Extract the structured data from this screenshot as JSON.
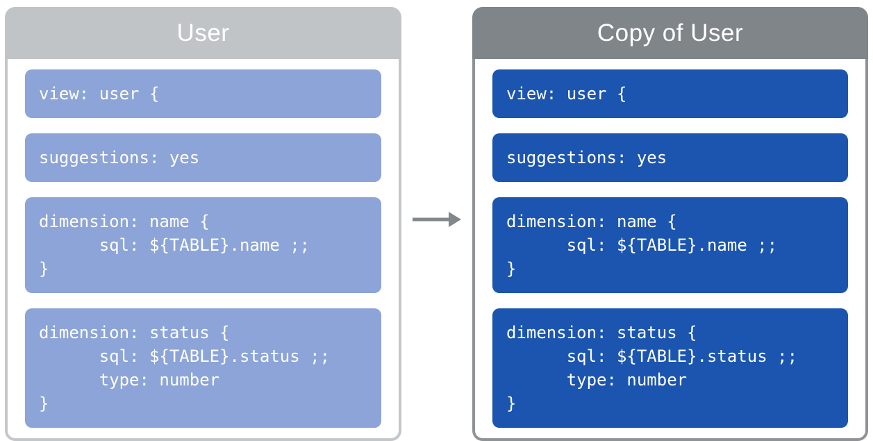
{
  "palette": {
    "background": "#ffffff",
    "left_header_bg": "#c0c4c7",
    "right_header_bg": "#80858a",
    "left_block_bg": "#8ca4d7",
    "right_block_bg": "#1b55af",
    "left_panel_border": "#c4c7ca",
    "right_panel_border": "#8f9397",
    "title_text": "#ffffff",
    "code_text": "#ffffff",
    "arrow": "#82878b"
  },
  "left_panel": {
    "title": "User",
    "blocks": [
      {
        "lines": [
          "view: user {"
        ]
      },
      {
        "lines": [
          "suggestions: yes"
        ]
      },
      {
        "lines": [
          "dimension: name {",
          "      sql: ${TABLE}.name ;;",
          "}"
        ]
      },
      {
        "lines": [
          "dimension: status {",
          "      sql: ${TABLE}.status ;;",
          "      type: number",
          "}"
        ]
      }
    ]
  },
  "right_panel": {
    "title": "Copy of User",
    "blocks": [
      {
        "lines": [
          "view: user {"
        ]
      },
      {
        "lines": [
          "suggestions: yes"
        ]
      },
      {
        "lines": [
          "dimension: name {",
          "      sql: ${TABLE}.name ;;",
          "}"
        ]
      },
      {
        "lines": [
          "dimension: status {",
          "      sql: ${TABLE}.status ;;",
          "      type: number",
          "}"
        ]
      }
    ]
  },
  "arrow": {
    "icon": "right-arrow"
  }
}
